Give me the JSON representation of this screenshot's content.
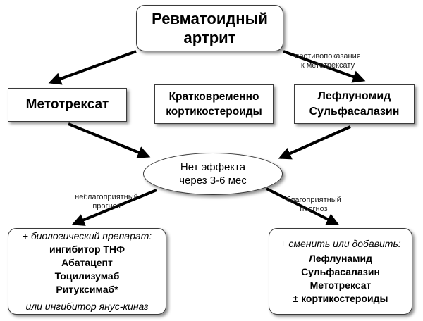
{
  "root": {
    "line1": "Ревматоидный",
    "line2": "артрит"
  },
  "methotrexate": "Метотрексат",
  "corticosteroids": {
    "line1": "Кратковременно",
    "line2": "кортикостероиды"
  },
  "leflunomide_box": {
    "line1": "Лефлуномид",
    "line2": "Сульфасалазин"
  },
  "no_effect": {
    "line1": "Нет эффекта",
    "line2": "через 3-6 мес"
  },
  "labels": {
    "contraindications": {
      "line1": "противопоказания",
      "line2": "к метотрексату"
    },
    "unfavorable": {
      "line1": "неблагоприятный",
      "line2": "прогноз"
    },
    "favorable": {
      "line1": "благоприятный",
      "line2": "прогноз"
    }
  },
  "biologic": {
    "header": "+ биологический препарат:",
    "items": [
      "ингибитор ТНФ",
      "Абатацепт",
      "Тоцилизумаб",
      "Ритуксимаб*"
    ],
    "footer": "или ингибитор янус-киназ"
  },
  "change_add": {
    "header": "+ сменить или добавить:",
    "items": [
      "Лефлунамид",
      "Сульфасалазин",
      "Метотрексат",
      "± кортикостероиды"
    ]
  }
}
